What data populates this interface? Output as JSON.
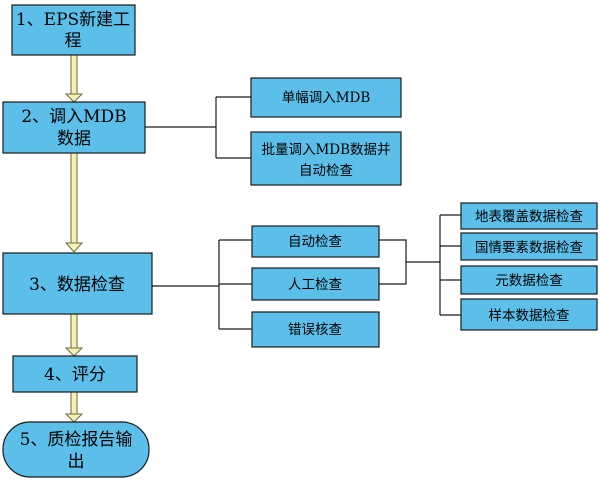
{
  "steps": {
    "step1": {
      "line1": "1、EPS新建工",
      "line2": "程"
    },
    "step2": {
      "line1": "2、调入MDB",
      "line2": "数据"
    },
    "step3": {
      "line1": "3、数据检查"
    },
    "step4": {
      "line1": "4、评分"
    },
    "step5": {
      "line1": "5、质检报告输",
      "line2": "出"
    }
  },
  "import_options": {
    "single": {
      "line1": "单幅调入MDB"
    },
    "batch": {
      "line1": "批量调入MDB数据并",
      "line2": "自动检查"
    }
  },
  "check_methods": {
    "auto": "自动检查",
    "manual": "人工检查",
    "error": "错误核查"
  },
  "check_items": {
    "surface": "地表覆盖数据检查",
    "national": "国情要素数据检查",
    "metadata": "元数据检查",
    "sample": "样本数据检查"
  },
  "colors": {
    "box_fill": "#5bbfe9",
    "arrow_fill": "#f3f0b8",
    "line": "#1a1a1a"
  }
}
